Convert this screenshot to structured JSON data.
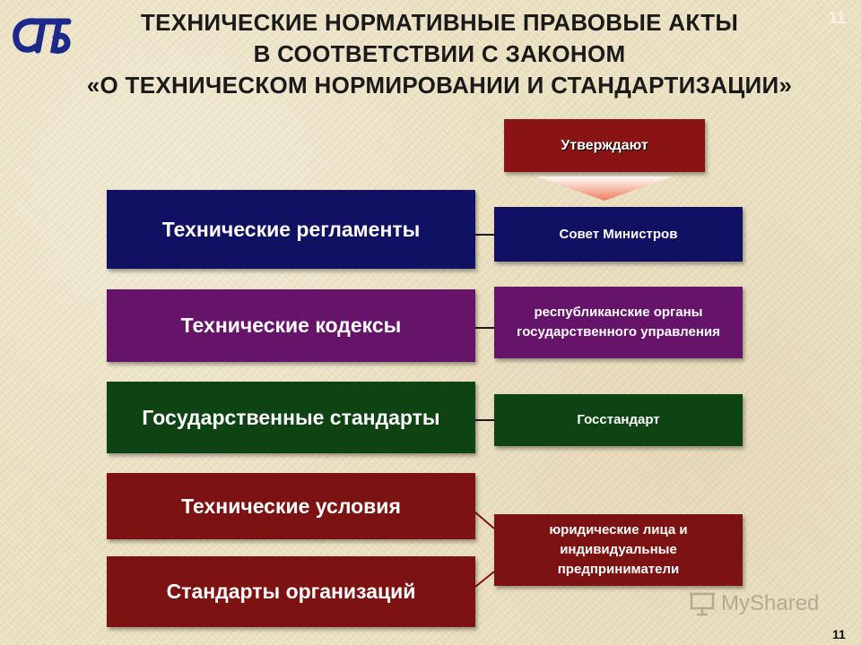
{
  "header": {
    "logo_text": "СтБ",
    "title_lines": [
      "ТЕХНИЧЕСКИЕ НОРМАТИВНЫЕ ПРАВОВЫЕ АКТЫ",
      "В СООТВЕТСТВИИ С ЗАКОНОМ",
      "«О ТЕХНИЧЕСКОМ НОРМИРОВАНИИ И СТАНДАРТИЗАЦИИ»"
    ],
    "corner_number": "11"
  },
  "approve_label": "Утверждают",
  "acts": [
    {
      "label": "Технические регламенты",
      "color": "#111163"
    },
    {
      "label": "Технические кодексы",
      "color": "#65146a"
    },
    {
      "label": "Государственные стандарты",
      "color": "#0e4414"
    },
    {
      "label": "Технические условия",
      "color": "#7d1212"
    },
    {
      "label": "Стандарты организаций",
      "color": "#7d1212"
    }
  ],
  "authorities": [
    {
      "label": "Совет Министров",
      "color": "#111163"
    },
    {
      "label": "республиканские органы государственного управления",
      "color": "#65146a"
    },
    {
      "label": "Госстандарт",
      "color": "#0e4414"
    },
    {
      "label": "юридические лица и индивидуальные предприниматели",
      "color": "#7d1212"
    }
  ],
  "watermark": {
    "text": "MyShared",
    "icon": "presentation-icon"
  },
  "slide_number": "11"
}
